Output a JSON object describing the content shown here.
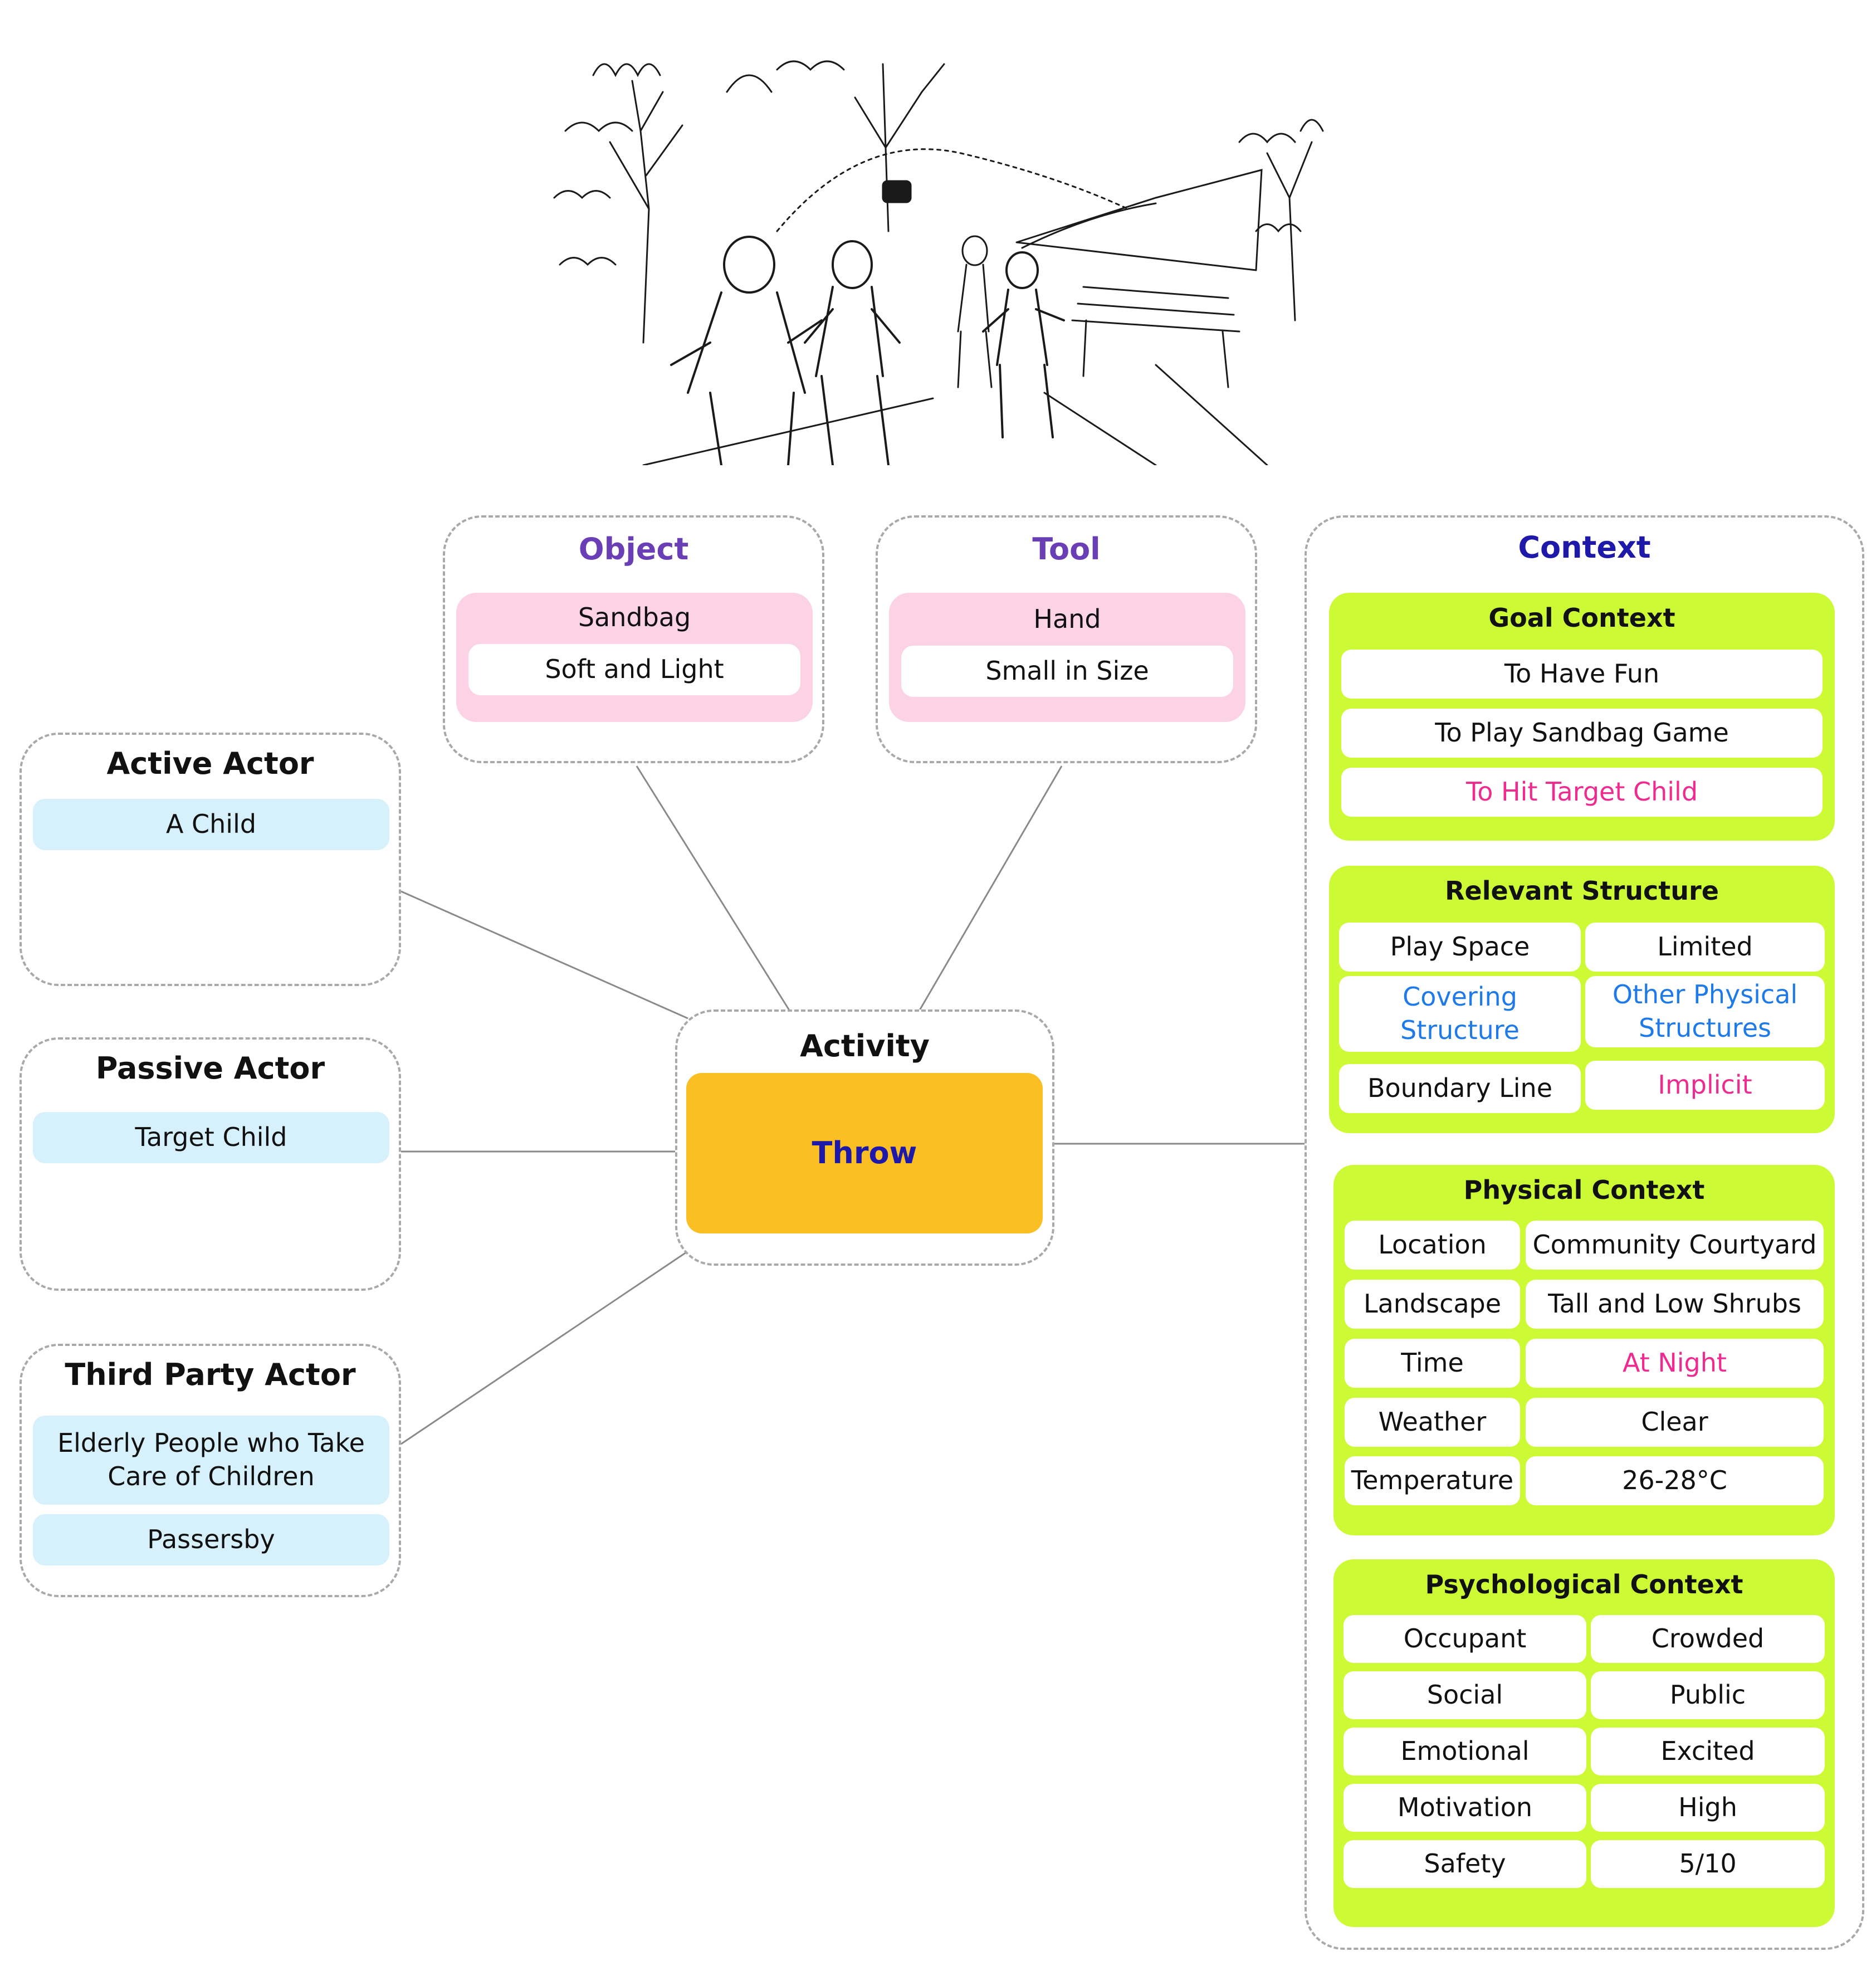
{
  "object": {
    "title": "Object",
    "name": "Sandbag",
    "attribute": "Soft and Light"
  },
  "tool": {
    "title": "Tool",
    "name": "Hand",
    "attribute": "Small in Size"
  },
  "active_actor": {
    "title": "Active Actor",
    "items": [
      "A Child"
    ]
  },
  "passive_actor": {
    "title": "Passive Actor",
    "items": [
      "Target Child"
    ]
  },
  "third_party_actor": {
    "title": "Third Party Actor",
    "items": [
      "Elderly People who Take Care of Children",
      "Passersby"
    ]
  },
  "activity": {
    "title": "Activity",
    "name": "Throw"
  },
  "context": {
    "title": "Context",
    "goal_context": {
      "title": "Goal Context",
      "items": [
        "To Have Fun",
        "To Play Sandbag Game",
        "To Hit Target Child"
      ]
    },
    "relevant_structure": {
      "title": "Relevant Structure",
      "rows": [
        {
          "key": "Play Space",
          "value": "Limited"
        },
        {
          "key": "Covering Structure",
          "value": "Other Physical Structures"
        },
        {
          "key": "Boundary Line",
          "value": "Implicit"
        }
      ]
    },
    "physical_context": {
      "title": "Physical Context",
      "rows": [
        {
          "key": "Location",
          "value": "Community Courtyard"
        },
        {
          "key": "Landscape",
          "value": "Tall and Low Shrubs"
        },
        {
          "key": "Time",
          "value": "At Night"
        },
        {
          "key": "Weather",
          "value": "Clear"
        },
        {
          "key": "Temperature",
          "value": "26-28°C"
        }
      ]
    },
    "psychological_context": {
      "title": "Psychological Context",
      "rows": [
        {
          "key": "Occupant",
          "value": "Crowded"
        },
        {
          "key": "Social",
          "value": "Public"
        },
        {
          "key": "Emotional",
          "value": "Excited"
        },
        {
          "key": "Motivation",
          "value": "High"
        },
        {
          "key": "Safety",
          "value": "5/10"
        }
      ]
    }
  },
  "colors": {
    "title_purple": "#6a3fb5",
    "title_navy": "#1e19a8",
    "activity_fill": "#fbbf24",
    "pink_box": "#fcd3e4",
    "actor_item": "#d6f1fb",
    "context_section": "#ccfb35",
    "highlight_pink": "#ef2b8f",
    "highlight_blue": "#1e79e9"
  }
}
